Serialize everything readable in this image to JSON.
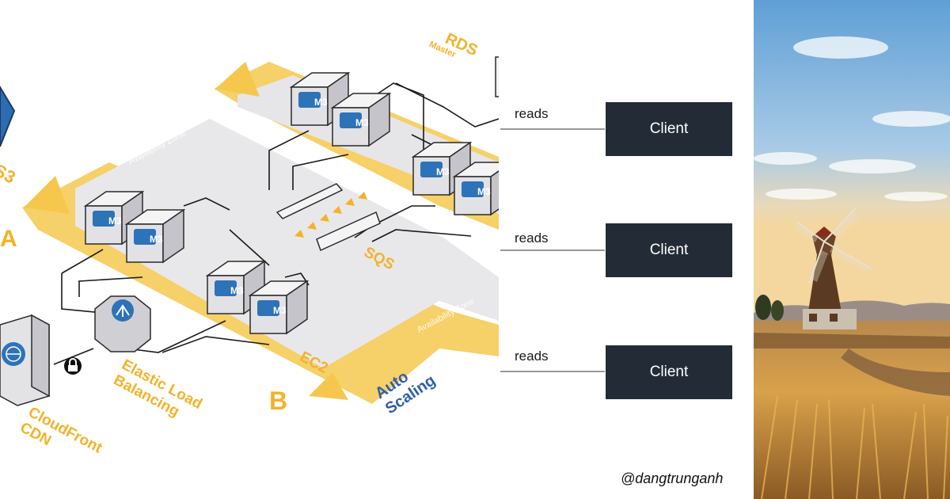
{
  "diagram": {
    "labels": {
      "rds": "RDS",
      "rds_sub": "Master",
      "s3": "S3",
      "sqs": "SQS",
      "ec2": "EC2",
      "elb": "Elastic Load\nBalancing",
      "cloudfront": "CloudFront\nCDN",
      "auto_scaling": "Auto\nScaling",
      "zone_a": "A",
      "zone_b": "B",
      "availability_zone": "Availability Zone",
      "instance": "M3"
    },
    "colors": {
      "accent": "#f3b22a",
      "instance_blue": "#2d73b8",
      "client_bg": "#232b36",
      "auto_scaling_blue": "#2e5fa8"
    }
  },
  "clients": [
    {
      "edge_label": "reads",
      "label": "Client"
    },
    {
      "edge_label": "reads",
      "label": "Client"
    },
    {
      "edge_label": "reads",
      "label": "Client"
    }
  ],
  "credit": "@dangtrunganh",
  "photo": {
    "icon": "windmill-landscape-photo"
  }
}
